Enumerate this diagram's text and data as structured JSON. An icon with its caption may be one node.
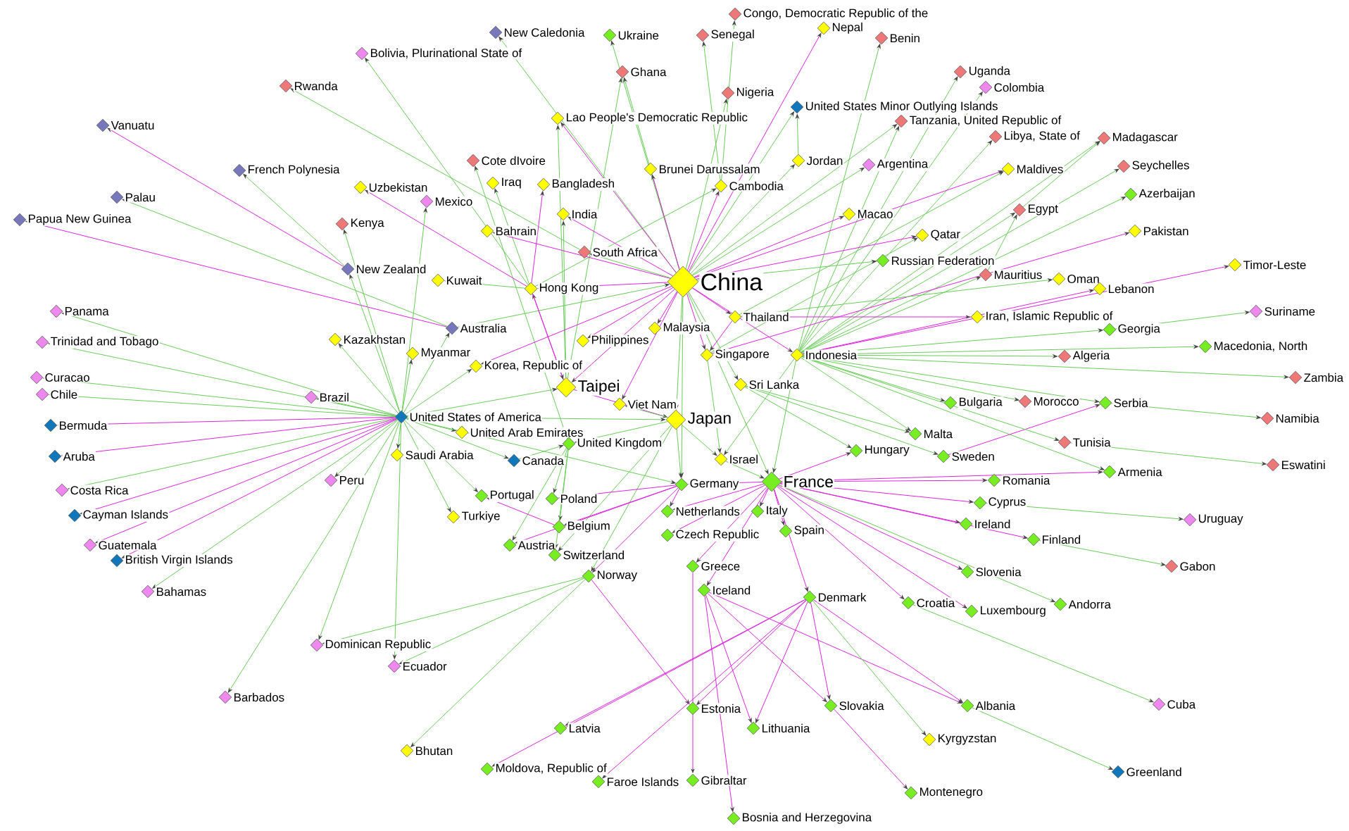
{
  "diagram": {
    "nodes": [
      {
        "text": [
          "Congo, Democratic Republic of the"
        ]
      },
      {
        "text": [
          "Nepal"
        ]
      },
      {
        "text": [
          "New Caledonia"
        ]
      },
      {
        "text": [
          "Ukraine"
        ]
      },
      {
        "text": [
          "Senegal"
        ]
      },
      {
        "text": [
          "Benin"
        ]
      },
      {
        "text": [
          "Bolivia, Plurinational State of"
        ]
      },
      {
        "text": [
          "Ghana"
        ]
      },
      {
        "text": [
          "Uganda"
        ]
      },
      {
        "text": [
          "Rwanda"
        ]
      },
      {
        "text": [
          "Colombia"
        ]
      },
      {
        "text": [
          "Nigeria"
        ]
      },
      {
        "text": [
          "United States Minor Outlying Islands"
        ]
      },
      {
        "text": [
          "Lao People's Democratic Republic"
        ]
      },
      {
        "text": [
          "Tanzania, United Republic of"
        ]
      },
      {
        "text": [
          "Vanuatu"
        ]
      },
      {
        "text": [
          "Libya, State of"
        ]
      },
      {
        "text": [
          "Madagascar"
        ]
      },
      {
        "text": [
          "Cote dIvoire"
        ]
      },
      {
        "text": [
          "Jordan"
        ]
      },
      {
        "text": [
          "Argentina"
        ]
      },
      {
        "text": [
          "Seychelles"
        ]
      },
      {
        "text": [
          "Brunei Darussalam"
        ]
      },
      {
        "text": [
          "Maldives"
        ]
      },
      {
        "text": [
          "French Polynesia"
        ]
      },
      {
        "text": [
          "Iraq"
        ]
      },
      {
        "text": [
          "Bangladesh"
        ]
      },
      {
        "text": [
          "Cambodia"
        ]
      },
      {
        "text": [
          "Uzbekistan"
        ]
      },
      {
        "text": [
          "Azerbaijan"
        ]
      },
      {
        "text": [
          "Palau"
        ]
      },
      {
        "text": [
          "Mexico"
        ]
      },
      {
        "text": [
          "Egypt"
        ]
      },
      {
        "text": [
          "India"
        ]
      },
      {
        "text": [
          "Macao"
        ]
      },
      {
        "text": [
          "Papua New Guinea"
        ]
      },
      {
        "text": [
          "Kenya"
        ]
      },
      {
        "text": [
          "Bahrain"
        ]
      },
      {
        "text": [
          "Pakistan"
        ]
      },
      {
        "text": [
          "Qatar"
        ]
      },
      {
        "text": [
          "South Africa"
        ]
      },
      {
        "text": [
          "Russian Federation"
        ]
      },
      {
        "text": [
          "Timor-Leste"
        ]
      },
      {
        "text": [
          "New Zealand"
        ]
      },
      {
        "text": [
          "Mauritius"
        ]
      },
      {
        "text": [
          "Oman"
        ]
      },
      {
        "text": [
          "Kuwait"
        ]
      },
      {
        "text": [
          "China"
        ]
      },
      {
        "text": [
          "Hong Kong"
        ]
      },
      {
        "text": [
          "Lebanon"
        ]
      },
      {
        "text": [
          "Panama"
        ]
      },
      {
        "text": [
          "Suriname"
        ]
      },
      {
        "text": [
          "Thailand"
        ]
      },
      {
        "text": [
          "Iran, Islamic Republic of"
        ]
      },
      {
        "text": [
          "Australia"
        ]
      },
      {
        "text": [
          "Malaysia"
        ]
      },
      {
        "text": [
          "Georgia"
        ]
      },
      {
        "text": [
          "Kazakhstan"
        ]
      },
      {
        "text": [
          "Philippines"
        ]
      },
      {
        "text": [
          "Trinidad and Tobago"
        ]
      },
      {
        "text": [
          "Macedonia, North"
        ]
      },
      {
        "text": [
          "Myanmar"
        ]
      },
      {
        "text": [
          "Singapore"
        ]
      },
      {
        "text": [
          "Indonesia"
        ]
      },
      {
        "text": [
          "Algeria"
        ]
      },
      {
        "text": [
          "Korea, Republic of"
        ]
      },
      {
        "text": [
          "Curacao"
        ]
      },
      {
        "text": [
          "Zambia"
        ]
      },
      {
        "text": [
          "Sri Lanka"
        ]
      },
      {
        "text": [
          "Taipei"
        ]
      },
      {
        "text": [
          "Chile"
        ]
      },
      {
        "text": [
          "Brazil"
        ]
      },
      {
        "text": [
          "Bulgaria"
        ]
      },
      {
        "text": [
          "Morocco"
        ]
      },
      {
        "text": [
          "Serbia"
        ]
      },
      {
        "text": [
          "Viet Nam"
        ]
      },
      {
        "text": [
          "United States of America"
        ]
      },
      {
        "text": [
          "Namibia"
        ]
      },
      {
        "text": [
          "Japan"
        ]
      },
      {
        "text": [
          "Bermuda"
        ]
      },
      {
        "text": [
          "United Arab Emirates"
        ]
      },
      {
        "text": [
          "Malta"
        ]
      },
      {
        "text": [
          "Tunisia"
        ]
      },
      {
        "text": [
          "United Kingdom"
        ]
      },
      {
        "text": [
          "Hungary"
        ]
      },
      {
        "text": [
          "Saudi Arabia"
        ]
      },
      {
        "text": [
          "Aruba"
        ]
      },
      {
        "text": [
          "Sweden"
        ]
      },
      {
        "text": [
          "Israel"
        ]
      },
      {
        "text": [
          "Canada"
        ]
      },
      {
        "text": [
          "Eswatini"
        ]
      },
      {
        "text": [
          "Armenia"
        ]
      },
      {
        "text": [
          "Peru"
        ]
      },
      {
        "text": [
          "Romania"
        ]
      },
      {
        "text": [
          "France"
        ]
      },
      {
        "text": [
          "Germany"
        ]
      },
      {
        "text": [
          "Costa Rica"
        ]
      },
      {
        "text": [
          "Portugal"
        ]
      },
      {
        "text": [
          "Poland"
        ]
      },
      {
        "text": [
          "Cyprus"
        ]
      },
      {
        "text": [
          "Netherlands"
        ]
      },
      {
        "text": [
          "Italy"
        ]
      },
      {
        "text": [
          "Cayman Islands"
        ]
      },
      {
        "text": [
          "Turkiye"
        ]
      },
      {
        "text": [
          "Uruguay"
        ]
      },
      {
        "text": [
          "Ireland"
        ]
      },
      {
        "text": [
          "Belgium"
        ]
      },
      {
        "text": [
          "Spain"
        ]
      },
      {
        "text": [
          "Czech Republic"
        ]
      },
      {
        "text": [
          "Finland"
        ]
      },
      {
        "text": [
          "Guatemala"
        ]
      },
      {
        "text": [
          "Austria"
        ]
      },
      {
        "text": [
          "Switzerland"
        ]
      },
      {
        "text": [
          "British Virgin Islands"
        ]
      },
      {
        "text": [
          "Gabon"
        ]
      },
      {
        "text": [
          "Greece"
        ]
      },
      {
        "text": [
          "Slovenia"
        ]
      },
      {
        "text": [
          "Norway"
        ]
      },
      {
        "text": [
          "Iceland"
        ]
      },
      {
        "text": [
          "Bahamas"
        ]
      },
      {
        "text": [
          "Denmark"
        ]
      },
      {
        "text": [
          "Croatia"
        ]
      },
      {
        "text": [
          "Andorra"
        ]
      },
      {
        "text": [
          "Luxembourg"
        ]
      },
      {
        "text": [
          "Dominican Republic"
        ]
      },
      {
        "text": [
          "Ecuador"
        ]
      },
      {
        "text": [
          "Barbados"
        ]
      },
      {
        "text": [
          "Albania"
        ]
      },
      {
        "text": [
          "Cuba"
        ]
      },
      {
        "text": [
          "Slovakia"
        ]
      },
      {
        "text": [
          "Estonia"
        ]
      },
      {
        "text": [
          "Latvia"
        ]
      },
      {
        "text": [
          "Lithuania"
        ]
      },
      {
        "text": [
          "Kyrgyzstan"
        ]
      },
      {
        "text": [
          "Bhutan"
        ]
      },
      {
        "text": [
          "Moldova, Republic of"
        ]
      },
      {
        "text": [
          "Greenland"
        ]
      },
      {
        "text": [
          "Gibraltar"
        ]
      },
      {
        "text": [
          "Faroe Islands"
        ]
      },
      {
        "text": [
          "Montenegro"
        ]
      },
      {
        "text": [
          "Bosnia and Herzegovina"
        ]
      }
    ],
    "edges": [
      {
        "from": 43,
        "to": 15,
        "arrow": "to",
        "color": "#dd22dd"
      },
      {
        "from": 43,
        "to": 24,
        "arrow": "to"
      },
      {
        "from": 54,
        "to": 30,
        "arrow": "to"
      },
      {
        "from": 54,
        "to": 35,
        "arrow": "to",
        "color": "#dd22dd"
      },
      {
        "from": 40,
        "to": 9,
        "arrow": "to"
      },
      {
        "from": 48,
        "to": 6,
        "arrow": "to"
      },
      {
        "from": 47,
        "to": 2,
        "arrow": "to"
      },
      {
        "from": 47,
        "to": 3,
        "arrow": "to"
      },
      {
        "from": 47,
        "to": 7,
        "arrow": "to"
      },
      {
        "from": 69,
        "to": 7,
        "arrow": "to"
      },
      {
        "from": 27,
        "to": 4,
        "arrow": "to"
      },
      {
        "from": 27,
        "to": 0,
        "arrow": "to"
      },
      {
        "from": 47,
        "to": 11,
        "arrow": "to"
      },
      {
        "from": 47,
        "to": 1,
        "arrow": "to",
        "color": "#dd22dd"
      },
      {
        "from": 63,
        "to": 5,
        "arrow": "to"
      },
      {
        "from": 47,
        "to": 12,
        "arrow": "to"
      },
      {
        "from": 19,
        "to": 12,
        "arrow": "to"
      },
      {
        "from": 63,
        "to": 8,
        "arrow": "to"
      },
      {
        "from": 63,
        "to": 10,
        "arrow": "to"
      },
      {
        "from": 47,
        "to": 14,
        "arrow": "to"
      },
      {
        "from": 63,
        "to": 14,
        "arrow": "to"
      },
      {
        "from": 63,
        "to": 16,
        "arrow": "to"
      },
      {
        "from": 32,
        "to": 17,
        "arrow": "to"
      },
      {
        "from": 63,
        "to": 17,
        "arrow": "to"
      },
      {
        "from": 63,
        "to": 21,
        "arrow": "to"
      },
      {
        "from": 47,
        "to": 23,
        "arrow": "to",
        "color": "#dd22dd"
      },
      {
        "from": 52,
        "to": 23,
        "arrow": "to"
      },
      {
        "from": 63,
        "to": 29,
        "arrow": "to"
      },
      {
        "from": 63,
        "to": 32,
        "arrow": "to"
      },
      {
        "from": 44,
        "to": 32,
        "arrow": "to"
      },
      {
        "from": 62,
        "to": 38,
        "arrow": "to",
        "color": "#dd22dd"
      },
      {
        "from": 63,
        "to": 42,
        "arrow": "to",
        "color": "#dd22dd"
      },
      {
        "from": 63,
        "to": 49,
        "arrow": "to",
        "color": "#dd22dd"
      },
      {
        "from": 52,
        "to": 45,
        "arrow": "to"
      },
      {
        "from": 63,
        "to": 44,
        "arrow": "to"
      },
      {
        "from": 47,
        "to": 39,
        "arrow": "to",
        "color": "#dd22dd"
      },
      {
        "from": 62,
        "to": 39,
        "arrow": "to"
      },
      {
        "from": 47,
        "to": 34,
        "arrow": "to",
        "color": "#dd22dd"
      },
      {
        "from": 47,
        "to": 41,
        "arrow": "to"
      },
      {
        "from": 47,
        "to": 20,
        "arrow": "to"
      },
      {
        "from": 47,
        "to": 19,
        "arrow": "to"
      },
      {
        "from": 47,
        "to": 27,
        "arrow": "to",
        "color": "#dd22dd"
      },
      {
        "from": 48,
        "to": 27,
        "arrow": "to"
      },
      {
        "from": 47,
        "to": 22,
        "arrow": "to",
        "color": "#dd22dd"
      },
      {
        "from": 47,
        "to": 13,
        "arrow": "to",
        "color": "#dd22dd"
      },
      {
        "from": 69,
        "to": 13,
        "arrow": "to"
      },
      {
        "from": 48,
        "to": 25,
        "arrow": "to"
      },
      {
        "from": 48,
        "to": 26,
        "arrow": "to",
        "color": "#dd22dd"
      },
      {
        "from": 47,
        "to": 33,
        "arrow": "to",
        "color": "#dd22dd"
      },
      {
        "from": 69,
        "to": 33,
        "arrow": "to"
      },
      {
        "from": 83,
        "to": 18,
        "arrow": "to"
      },
      {
        "from": 48,
        "to": 28,
        "arrow": "to",
        "color": "#dd22dd"
      },
      {
        "from": 76,
        "to": 31,
        "arrow": "to"
      },
      {
        "from": 76,
        "to": 36,
        "arrow": "to"
      },
      {
        "from": 47,
        "to": 37,
        "arrow": "to",
        "color": "#dd22dd"
      },
      {
        "from": 47,
        "to": 40,
        "arrow": "to"
      },
      {
        "from": 76,
        "to": 43,
        "arrow": "to"
      },
      {
        "from": 48,
        "to": 46,
        "arrow": "to"
      },
      {
        "from": 47,
        "to": 48,
        "arrow": "to",
        "color": "#dd22dd"
      },
      {
        "from": 69,
        "to": 48,
        "arrow": "to",
        "color": "#dd22dd"
      },
      {
        "from": 47,
        "to": 52,
        "arrow": "to",
        "color": "#dd22dd"
      },
      {
        "from": 52,
        "to": 53,
        "arrow": "to",
        "color": "#dd22dd"
      },
      {
        "from": 63,
        "to": 56,
        "arrow": "to"
      },
      {
        "from": 56,
        "to": 51,
        "arrow": "to"
      },
      {
        "from": 63,
        "to": 60,
        "arrow": "to"
      },
      {
        "from": 63,
        "to": 67,
        "arrow": "to"
      },
      {
        "from": 63,
        "to": 64,
        "arrow": "to"
      },
      {
        "from": 74,
        "to": 77,
        "arrow": "to"
      },
      {
        "from": 82,
        "to": 90,
        "arrow": "to"
      },
      {
        "from": 63,
        "to": 74,
        "arrow": "to"
      },
      {
        "from": 87,
        "to": 74,
        "arrow": "to",
        "color": "#dd22dd"
      },
      {
        "from": 63,
        "to": 73,
        "arrow": "to"
      },
      {
        "from": 63,
        "to": 72,
        "arrow": "to"
      },
      {
        "from": 63,
        "to": 81,
        "arrow": "to"
      },
      {
        "from": 63,
        "to": 82,
        "arrow": "to"
      },
      {
        "from": 63,
        "to": 91,
        "arrow": "to"
      },
      {
        "from": 94,
        "to": 91,
        "arrow": "to",
        "color": "#dd22dd"
      },
      {
        "from": 68,
        "to": 87,
        "arrow": "to"
      },
      {
        "from": 68,
        "to": 84,
        "arrow": "to"
      },
      {
        "from": 94,
        "to": 84,
        "arrow": "to",
        "color": "#dd22dd"
      },
      {
        "from": 94,
        "to": 93,
        "arrow": "to",
        "color": "#dd22dd"
      },
      {
        "from": 94,
        "to": 99,
        "arrow": "to",
        "color": "#dd22dd"
      },
      {
        "from": 94,
        "to": 105,
        "arrow": "to",
        "color": "#dd22dd"
      },
      {
        "from": 94,
        "to": 109,
        "arrow": "to",
        "color": "#dd22dd"
      },
      {
        "from": 99,
        "to": 104,
        "arrow": "to"
      },
      {
        "from": 109,
        "to": 114,
        "arrow": "to"
      },
      {
        "from": 94,
        "to": 116,
        "arrow": "to",
        "color": "#dd22dd"
      },
      {
        "from": 94,
        "to": 122,
        "arrow": "to"
      },
      {
        "from": 94,
        "to": 123,
        "arrow": "to",
        "color": "#dd22dd"
      },
      {
        "from": 94,
        "to": 121,
        "arrow": "to",
        "color": "#dd22dd"
      },
      {
        "from": 121,
        "to": 128,
        "arrow": "to"
      },
      {
        "from": 127,
        "to": 136,
        "arrow": "to"
      },
      {
        "from": 120,
        "to": 127,
        "arrow": "to",
        "color": "#dd22dd"
      },
      {
        "from": 118,
        "to": 127,
        "arrow": "to",
        "color": "#dd22dd"
      },
      {
        "from": 120,
        "to": 133,
        "arrow": "to"
      },
      {
        "from": 129,
        "to": 139,
        "arrow": "to",
        "color": "#dd22dd"
      },
      {
        "from": 120,
        "to": 129,
        "arrow": "to",
        "color": "#dd22dd"
      },
      {
        "from": 118,
        "to": 129,
        "arrow": "to",
        "color": "#dd22dd"
      },
      {
        "from": 118,
        "to": 132,
        "arrow": "to",
        "color": "#dd22dd"
      },
      {
        "from": 120,
        "to": 132,
        "arrow": "to",
        "color": "#dd22dd"
      },
      {
        "from": 117,
        "to": 130,
        "arrow": "to",
        "color": "#dd22dd"
      },
      {
        "from": 120,
        "to": 130,
        "arrow": "to",
        "color": "#dd22dd"
      },
      {
        "from": 118,
        "to": 140,
        "arrow": "to",
        "color": "#dd22dd"
      },
      {
        "from": 115,
        "to": 137,
        "arrow": "to",
        "color": "#dd22dd"
      },
      {
        "from": 120,
        "to": 138,
        "arrow": "to",
        "color": "#dd22dd"
      },
      {
        "from": 120,
        "to": 135,
        "arrow": "to",
        "color": "#dd22dd"
      },
      {
        "from": 120,
        "to": 131,
        "arrow": "to",
        "color": "#dd22dd"
      },
      {
        "from": 117,
        "to": 134,
        "arrow": "to"
      },
      {
        "from": 76,
        "to": 126,
        "arrow": "to"
      },
      {
        "from": 76,
        "to": 125,
        "arrow": "to"
      },
      {
        "from": 117,
        "to": 125,
        "arrow": "to"
      },
      {
        "from": 76,
        "to": 124,
        "arrow": "to"
      },
      {
        "from": 117,
        "to": 124,
        "arrow": "to"
      },
      {
        "from": 76,
        "to": 50,
        "arrow": "to"
      },
      {
        "from": 76,
        "to": 59,
        "arrow": "to"
      },
      {
        "from": 76,
        "to": 66,
        "arrow": "to"
      },
      {
        "from": 76,
        "to": 70,
        "arrow": "to"
      },
      {
        "from": 76,
        "to": 79,
        "arrow": "to",
        "color": "#dd22dd"
      },
      {
        "from": 76,
        "to": 86,
        "arrow": "to",
        "color": "#dd22dd"
      },
      {
        "from": 76,
        "to": 96,
        "arrow": "to"
      },
      {
        "from": 76,
        "to": 102,
        "arrow": "to",
        "color": "#dd22dd"
      },
      {
        "from": 76,
        "to": 110,
        "arrow": "to",
        "color": "#dd22dd"
      },
      {
        "from": 76,
        "to": 113,
        "arrow": "to",
        "color": "#dd22dd"
      },
      {
        "from": 76,
        "to": 119,
        "arrow": "to"
      },
      {
        "from": 76,
        "to": 71,
        "arrow": "to"
      },
      {
        "from": 76,
        "to": 92,
        "arrow": "to"
      },
      {
        "from": 76,
        "to": 57,
        "arrow": "to"
      },
      {
        "from": 76,
        "to": 61,
        "arrow": "to"
      },
      {
        "from": 76,
        "to": 54,
        "arrow": "to"
      },
      {
        "from": 76,
        "to": 65,
        "arrow": "to"
      },
      {
        "from": 76,
        "to": 80,
        "arrow": "to"
      },
      {
        "from": 76,
        "to": 85,
        "arrow": "to"
      },
      {
        "from": 76,
        "to": 89,
        "arrow": "to"
      },
      {
        "from": 76,
        "to": 103,
        "arrow": "to"
      },
      {
        "from": 76,
        "to": 97,
        "arrow": "to"
      },
      {
        "from": 83,
        "to": 98,
        "arrow": "to"
      },
      {
        "from": 83,
        "to": 106,
        "arrow": "to"
      },
      {
        "from": 83,
        "to": 111,
        "arrow": "to"
      },
      {
        "from": 83,
        "to": 112,
        "arrow": "to"
      },
      {
        "from": 47,
        "to": 69,
        "arrow": "to",
        "color": "#dd22dd"
      },
      {
        "from": 47,
        "to": 78,
        "arrow": "to"
      },
      {
        "from": 47,
        "to": 55,
        "arrow": "to",
        "color": "#dd22dd"
      },
      {
        "from": 47,
        "to": 58,
        "arrow": "to",
        "color": "#dd22dd"
      },
      {
        "from": 47,
        "to": 62,
        "arrow": "to",
        "color": "#dd22dd"
      },
      {
        "from": 47,
        "to": 63,
        "arrow": "to",
        "color": "#dd22dd"
      },
      {
        "from": 47,
        "to": 68,
        "arrow": "to"
      },
      {
        "from": 47,
        "to": 75,
        "arrow": "to",
        "color": "#dd22dd"
      },
      {
        "from": 47,
        "to": 65,
        "arrow": "to",
        "color": "#dd22dd"
      },
      {
        "from": 69,
        "to": 78,
        "arrow": "to",
        "color": "#dd22dd"
      },
      {
        "from": 78,
        "to": 75,
        "arrow": "to"
      },
      {
        "from": 76,
        "to": 78,
        "arrow": "to"
      },
      {
        "from": 54,
        "to": 47,
        "arrow": "to"
      },
      {
        "from": 76,
        "to": 69,
        "arrow": "to"
      },
      {
        "from": 89,
        "to": 83,
        "arrow": "to"
      },
      {
        "from": 78,
        "to": 95,
        "arrow": "to"
      },
      {
        "from": 94,
        "to": 95,
        "arrow": "to",
        "color": "#dd22dd"
      },
      {
        "from": 94,
        "to": 100,
        "arrow": "to",
        "color": "#dd22dd"
      },
      {
        "from": 94,
        "to": 101,
        "arrow": "to",
        "color": "#dd22dd"
      },
      {
        "from": 94,
        "to": 107,
        "arrow": "to",
        "color": "#dd22dd"
      },
      {
        "from": 94,
        "to": 108,
        "arrow": "to",
        "color": "#dd22dd"
      },
      {
        "from": 94,
        "to": 115,
        "arrow": "to",
        "color": "#dd22dd"
      },
      {
        "from": 94,
        "to": 118,
        "arrow": "to",
        "color": "#dd22dd"
      },
      {
        "from": 94,
        "to": 120,
        "arrow": "to",
        "color": "#dd22dd"
      },
      {
        "from": 95,
        "to": 100,
        "arrow": "to",
        "color": "#dd22dd"
      },
      {
        "from": 63,
        "to": 88,
        "arrow": "to"
      },
      {
        "from": 63,
        "to": 94,
        "arrow": "to"
      },
      {
        "from": 62,
        "to": 88,
        "arrow": "to"
      },
      {
        "from": 78,
        "to": 88,
        "arrow": "to"
      },
      {
        "from": 78,
        "to": 83,
        "arrow": "to"
      },
      {
        "from": 76,
        "to": 95,
        "arrow": "to"
      },
      {
        "from": 88,
        "to": 94,
        "arrow": "to"
      },
      {
        "from": 47,
        "to": 94,
        "arrow": "to"
      },
      {
        "from": 47,
        "to": 95,
        "arrow": "to"
      },
      {
        "from": 78,
        "to": 112,
        "arrow": "to"
      },
      {
        "from": 78,
        "to": 117,
        "arrow": "to"
      },
      {
        "from": 95,
        "to": 117,
        "arrow": "to",
        "color": "#dd22dd"
      },
      {
        "from": 95,
        "to": 111,
        "arrow": "to",
        "color": "#dd22dd"
      },
      {
        "from": 95,
        "to": 98,
        "arrow": "to",
        "color": "#dd22dd"
      },
      {
        "from": 95,
        "to": 106,
        "arrow": "to",
        "color": "#dd22dd"
      },
      {
        "from": 106,
        "to": 97,
        "arrow": "to",
        "color": "#dd22dd"
      },
      {
        "from": 48,
        "to": 69,
        "arrow": "to",
        "color": "#dd22dd"
      },
      {
        "from": 52,
        "to": 62,
        "arrow": "to",
        "color": "#dd22dd"
      },
      {
        "from": 68,
        "to": 81,
        "arrow": "to"
      }
    ]
  }
}
